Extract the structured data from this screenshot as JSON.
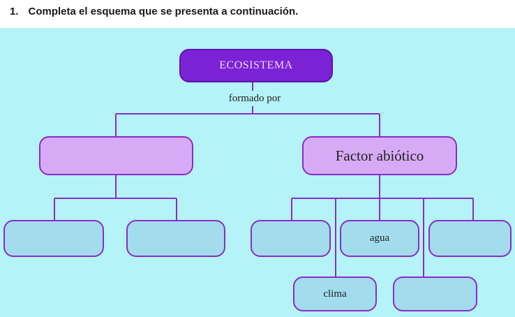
{
  "instruction": {
    "number": "1.",
    "text": "Completa el esquema que se presenta a continuación."
  },
  "diagram": {
    "root": "ECOSISTEMA",
    "connector": "formado por",
    "biotic_factor": "",
    "abiotic_factor": "Factor abiótico",
    "biotic_examples": [
      "",
      ""
    ],
    "abiotic_examples": [
      "",
      "agua",
      "",
      "clima",
      ""
    ]
  },
  "colors": {
    "background": "#b4f3f8",
    "root_fill": "#7b22d6",
    "level1_fill": "#d7aaf6",
    "leaf_fill": "#a3dced",
    "line": "#8a2dc8"
  }
}
